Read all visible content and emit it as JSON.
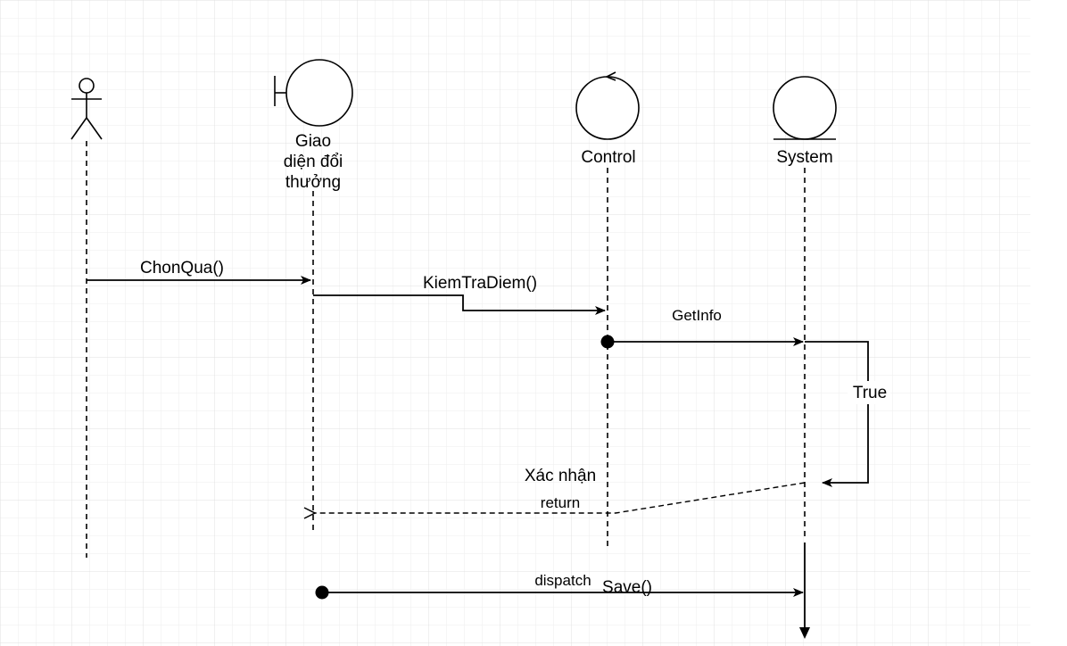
{
  "colors": {
    "background": "#ffffff",
    "grid_minor": "#eeeeee",
    "grid_major": "#e0e0e0",
    "stroke": "#000000"
  },
  "participants": {
    "actor": {
      "icon": "actor-stick-figure-icon",
      "label": ""
    },
    "boundary": {
      "icon": "boundary-icon",
      "label_lines": [
        "Giao",
        "diện đổi",
        "thưởng"
      ]
    },
    "control": {
      "icon": "control-icon",
      "label": "Control"
    },
    "entity": {
      "icon": "entity-icon",
      "label": "System"
    }
  },
  "messages": {
    "chon_qua": "ChonQua()",
    "kiem_tra_diem": "KiemTraDiem()",
    "get_info": "GetInfo",
    "true_label": "True",
    "xac_nhan": "Xác nhận",
    "return_label": "return",
    "dispatch": "dispatch",
    "save": "Save()"
  }
}
